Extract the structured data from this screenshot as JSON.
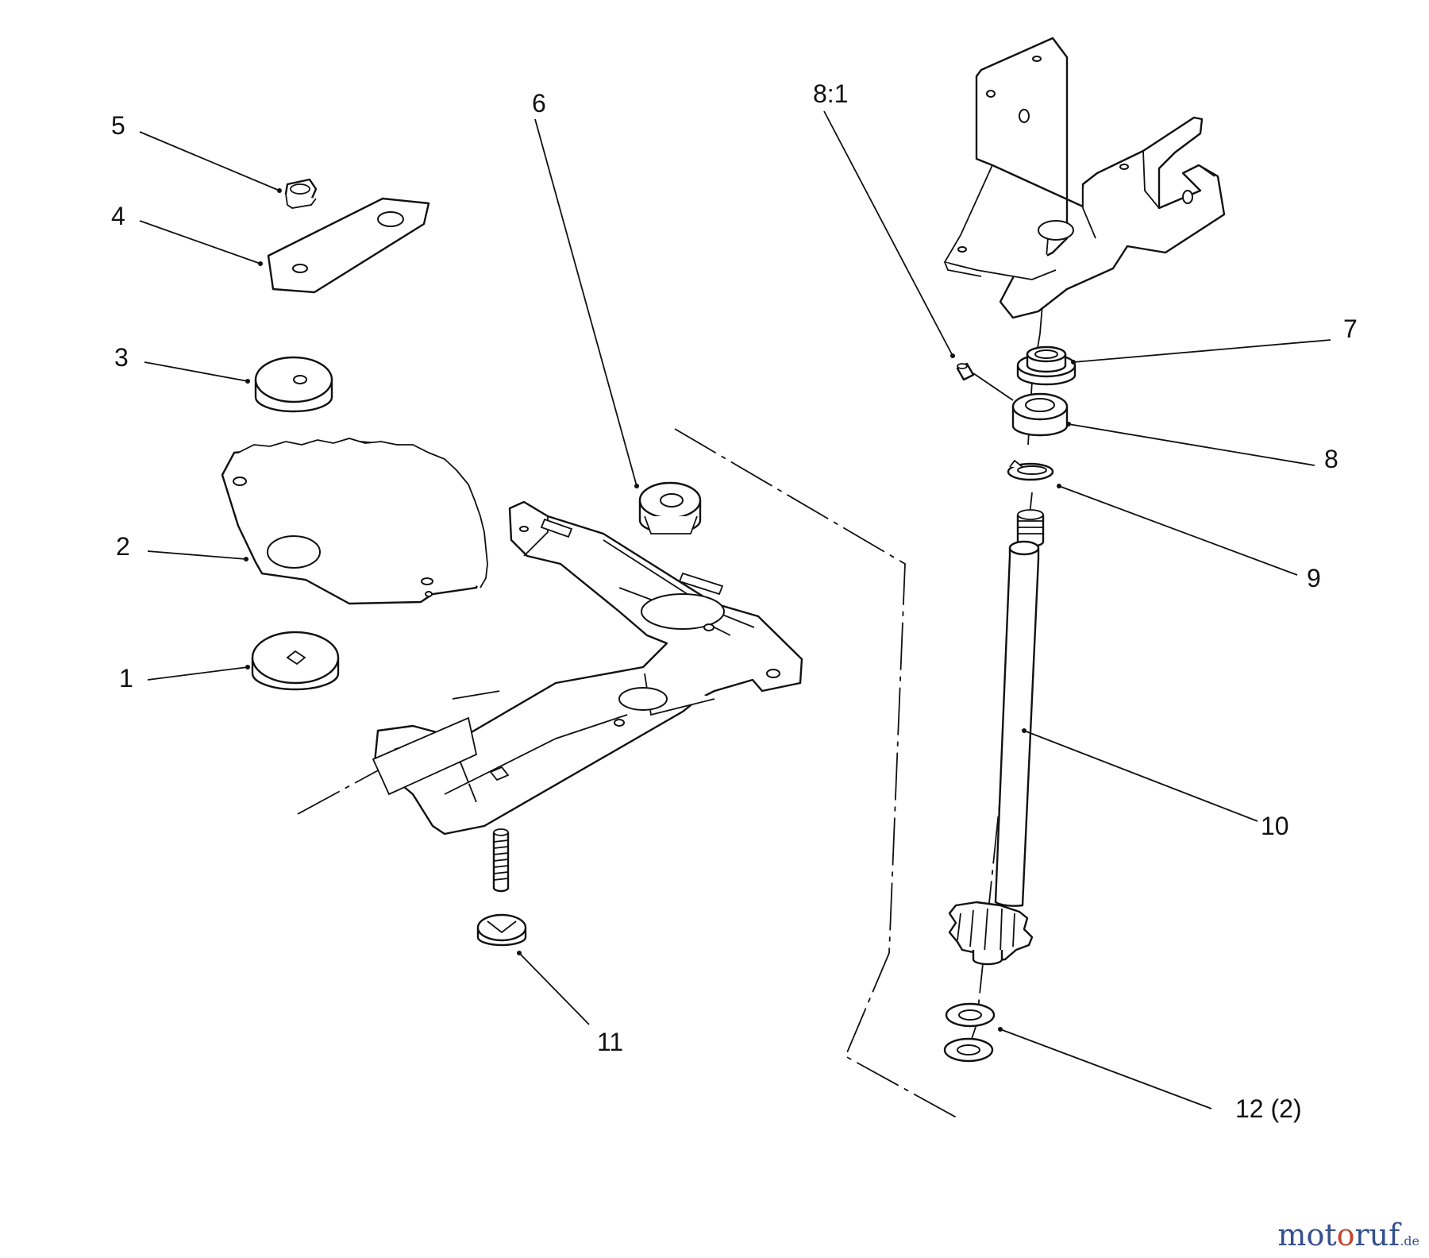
{
  "figure": {
    "callouts": [
      {
        "id": "1",
        "text": "1"
      },
      {
        "id": "2",
        "text": "2"
      },
      {
        "id": "3",
        "text": "3"
      },
      {
        "id": "4",
        "text": "4"
      },
      {
        "id": "5",
        "text": "5"
      },
      {
        "id": "6",
        "text": "6"
      },
      {
        "id": "7",
        "text": "7"
      },
      {
        "id": "8",
        "text": "8"
      },
      {
        "id": "8_1",
        "text": "8:1"
      },
      {
        "id": "9",
        "text": "9"
      },
      {
        "id": "10",
        "text": "10"
      },
      {
        "id": "11",
        "text": "11"
      },
      {
        "id": "12",
        "text": "12 (2)"
      }
    ]
  },
  "watermark": {
    "part1": "mot",
    "part2": "o",
    "part3": "ruf",
    "tld": ".de"
  },
  "colors": {
    "line": "#111111",
    "background": "#ffffff",
    "watermark_blue": "#35508f",
    "watermark_red": "#c8452f"
  }
}
